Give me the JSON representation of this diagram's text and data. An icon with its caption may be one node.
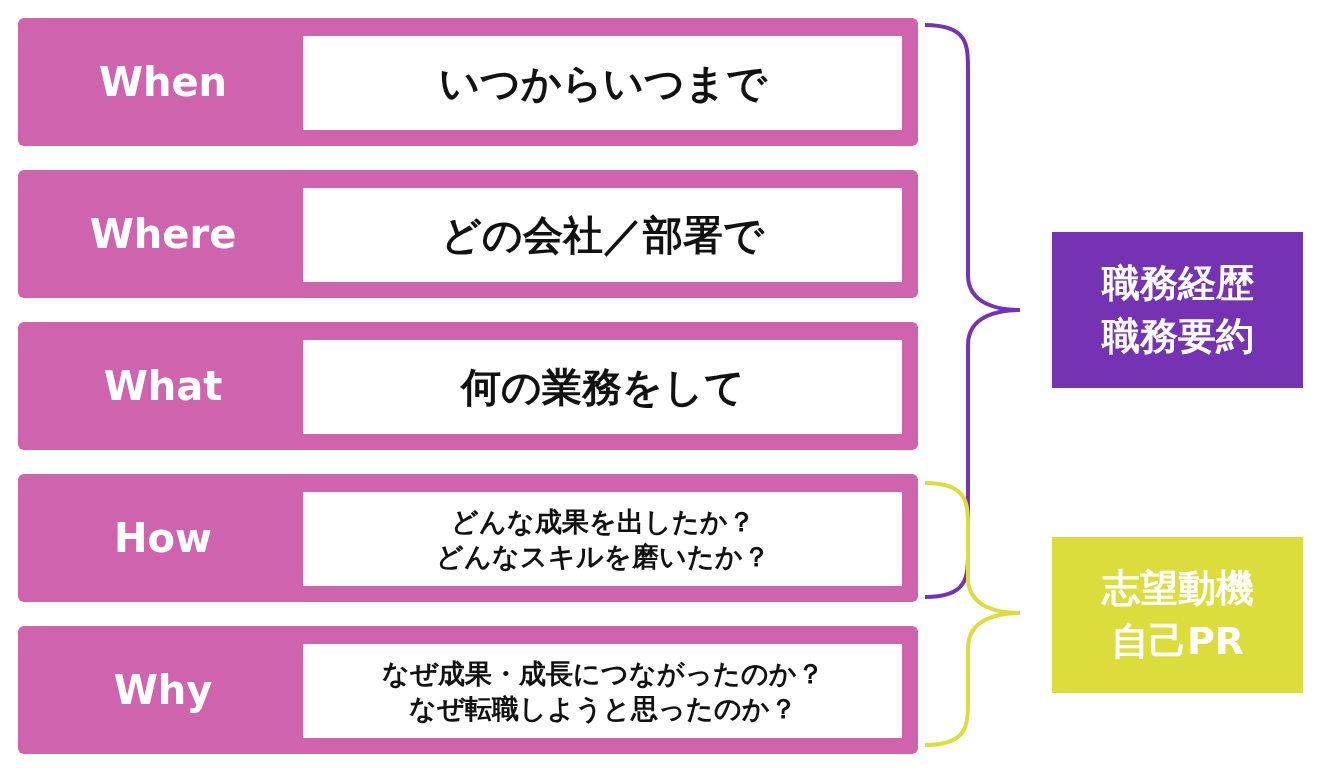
{
  "diagram": {
    "nodes": [
      {
        "text": [
          "When"
        ]
      },
      {
        "text": [
          "いつからいつまで"
        ],
        "in": 0
      },
      {
        "text": [
          "Where"
        ]
      },
      {
        "text": [
          "どの会社／部署で"
        ],
        "in": 2
      },
      {
        "text": [
          "What"
        ]
      },
      {
        "text": [
          "何の業務をして"
        ],
        "in": 4
      },
      {
        "text": [
          "How"
        ]
      },
      {
        "text": [
          "どんな成果を出したか？",
          "どんなスキルを磨いたか？"
        ],
        "in": 6
      },
      {
        "text": [
          "Why"
        ]
      },
      {
        "text": [
          "なぜ成果・成長につながったのか？",
          "なぜ転職しようと思ったのか？"
        ],
        "in": 8
      },
      {
        "text": [
          "職務経歴",
          "職務要約"
        ]
      },
      {
        "text": [
          "志望動機",
          "自己PR"
        ]
      }
    ]
  }
}
